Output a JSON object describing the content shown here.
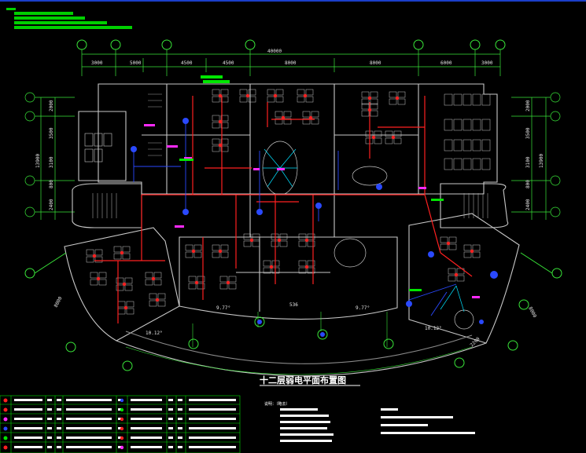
{
  "drawing": {
    "title": "十二层弱电平面布置图",
    "note_heading": "说明：（略去）",
    "colors": {
      "background": "#000000",
      "wall": "#c8c8c8",
      "axis": "#39e639",
      "cable": "#ff2020",
      "device": "#2a49ff",
      "accent": "#ff2aff",
      "label": "#00e600"
    },
    "top_dimensions": [
      "3000",
      "5000",
      "4500",
      "4500",
      "8000",
      "8000",
      "6000",
      "3000"
    ],
    "top_total": "40000",
    "side_dimensions": {
      "left": [
        "2000",
        "3500",
        "3100",
        "800",
        "2400"
      ],
      "left_total": "13900",
      "right": [
        "2000",
        "3500",
        "3100",
        "800",
        "2400"
      ],
      "right_total": "13900"
    },
    "curve_dimensions": [
      "10.12°",
      "9.77°",
      "9.77°",
      "10.12°"
    ],
    "curve_center": "536",
    "diag_left": "8000",
    "diag_right": "8000",
    "diag_corner": "2200"
  }
}
